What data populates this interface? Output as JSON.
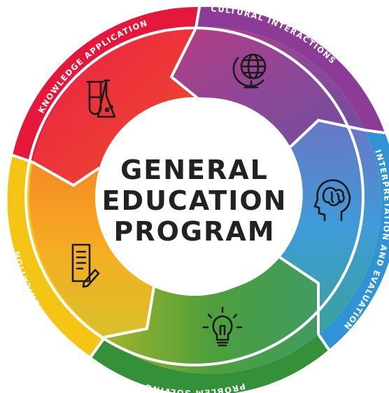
{
  "center": {
    "lines": [
      "GENERAL",
      "EDUCATION",
      "PROGRAM"
    ]
  },
  "segments": [
    {
      "label": "CULTURAL INTERACTIONS",
      "icon": "globe-icon",
      "color": "#8a3f97",
      "outer_color": "#7a2f88"
    },
    {
      "label": "INTERPRETATION AND EVALUATION",
      "icon": "brain-head-icon",
      "color": "#3c9fd9",
      "outer_color": "#2c8fd0"
    },
    {
      "label": "PROBLEM SOLVING",
      "icon": "lightbulb-icon",
      "color": "#4ba24a",
      "outer_color": "#338a35"
    },
    {
      "label": "COMMUNICATION",
      "icon": "document-pencil-icon",
      "color": "#f7b51c",
      "outer_color": "#f5c200"
    },
    {
      "label": "KNOWLEDGE APPLICATION",
      "icon": "beakers-icon",
      "color": "#e8263f",
      "outer_color": "#e6163a"
    }
  ]
}
